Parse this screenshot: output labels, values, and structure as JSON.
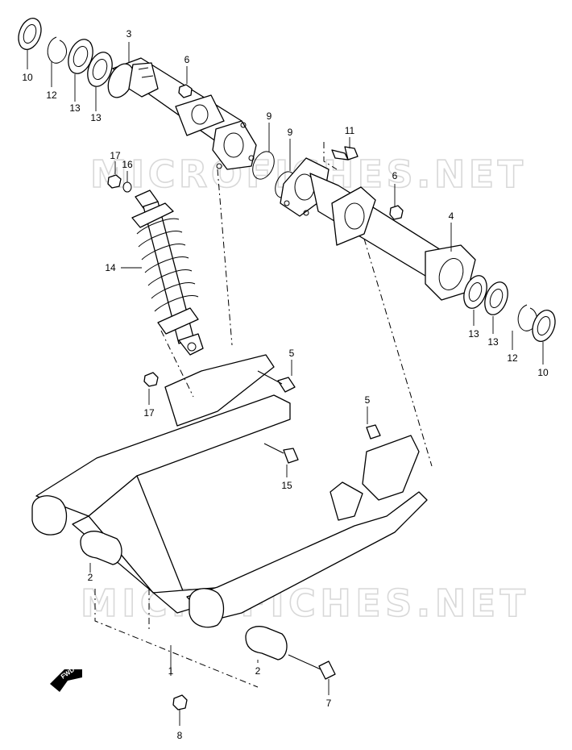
{
  "watermark": "MICROFICHES.NET",
  "fwd_label": "FWD",
  "callouts": {
    "c10a": "10",
    "c12a": "12",
    "c13a": "13",
    "c13b": "13",
    "c3": "3",
    "c6a": "6",
    "c9a": "9",
    "c9b": "9",
    "c11": "11",
    "c6b": "6",
    "c4": "4",
    "c17a": "17",
    "c16": "16",
    "c14": "14",
    "c13c": "13",
    "c13d": "13",
    "c12b": "12",
    "c10b": "10",
    "c5a": "5",
    "c17b": "17",
    "c5b": "5",
    "c15": "15",
    "c2a": "2",
    "c1": "1",
    "c2b": "2",
    "c7": "7",
    "c8": "8"
  }
}
